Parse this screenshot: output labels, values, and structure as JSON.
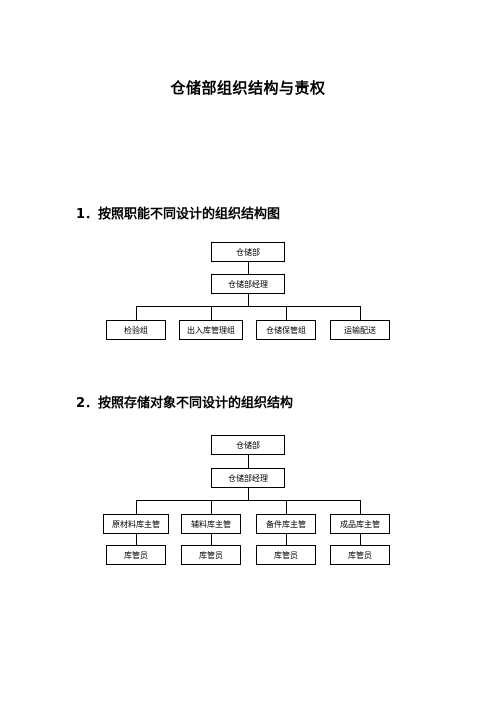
{
  "document": {
    "title": "仓储部组织结构与责权"
  },
  "sections": [
    {
      "heading": "1．按照职能不同设计的组织结构图",
      "root": "仓储部",
      "manager": "仓储部经理",
      "children": [
        "检验组",
        "出入库管理组",
        "仓储保管组",
        "运输配送"
      ]
    },
    {
      "heading": "2．按照存储对象不同设计的组织结构",
      "root": "仓储部",
      "manager": "仓储部经理",
      "children": [
        "原材料库主管",
        "辅料库主管",
        "备件库主管",
        "成品库主管"
      ],
      "subordinates": [
        "库管员",
        "库管员",
        "库管员",
        "库管员"
      ]
    }
  ]
}
